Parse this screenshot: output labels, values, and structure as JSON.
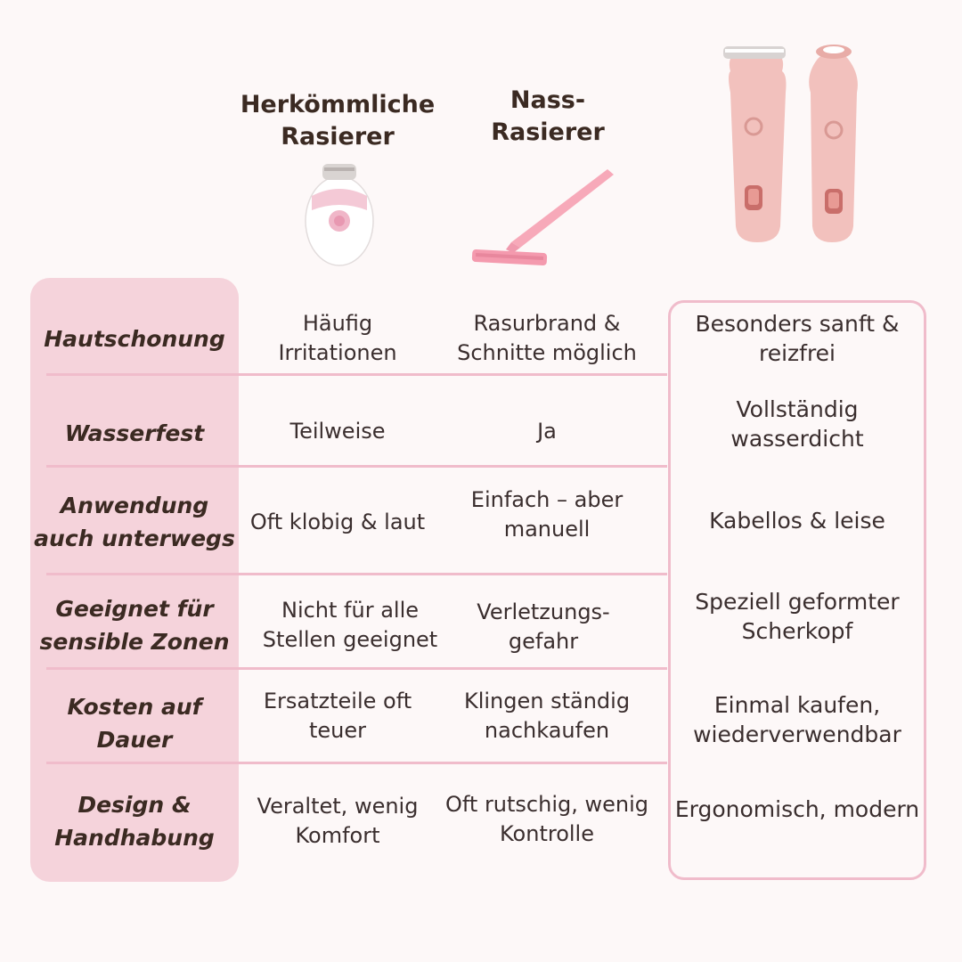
{
  "columns": {
    "conventional": "Herkömmliche Rasierer",
    "wet": "Nass-Rasierer",
    "product": ""
  },
  "product_images": {
    "conventional": "epilator-image",
    "wet": "pink-disposable-razor-image",
    "product": "pink-electric-shaver-image"
  },
  "colors": {
    "label_bg": "#f5d3db",
    "border_pink": "#f0bccb",
    "text": "#3a2e2e",
    "heading": "#3b2a22"
  },
  "rows": [
    {
      "label": "Hautschonung",
      "conventional": "Häufig Irritationen",
      "wet": "Rasurbrand & Schnitte möglich",
      "product": "Besonders sanft & reizfrei"
    },
    {
      "label": "Wasserfest",
      "conventional": "Teilweise",
      "wet": "Ja",
      "product": "Vollständig wasserdicht"
    },
    {
      "label": "Anwendung auch unterwegs",
      "conventional": "Oft klobig & laut",
      "wet": "Einfach – aber manuell",
      "product": "Kabellos & leise"
    },
    {
      "label": "Geeignet für sensible Zonen",
      "conventional": "Nicht für alle Stellen geeignet",
      "wet": "Verletzungs-gefahr",
      "product": "Speziell geformter Scherkopf"
    },
    {
      "label": "Kosten auf Dauer",
      "conventional": "Ersatzteile oft teuer",
      "wet": "Klingen ständig nachkaufen",
      "product": "Einmal kaufen, wiederverwendbar"
    },
    {
      "label": "Design & Handhabung",
      "conventional": "Veraltet, wenig Komfort",
      "wet": "Oft rutschig, wenig Kontrolle",
      "product": "Ergonomisch, modern"
    }
  ]
}
